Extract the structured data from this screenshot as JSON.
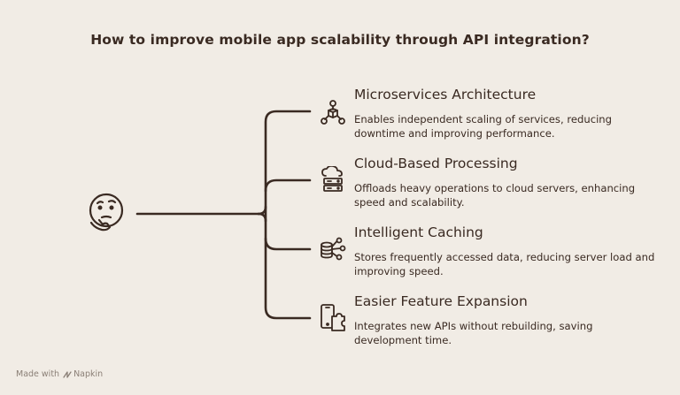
{
  "title": "How to improve mobile app scalability through API integration?",
  "colors": {
    "background": "#f1ece5",
    "ink": "#3a2a22"
  },
  "center_icon": "thinking-face-icon",
  "items": [
    {
      "icon": "network-nodes-icon",
      "title": "Microservices Architecture",
      "description": "Enables independent scaling of services, reducing downtime and improving performance."
    },
    {
      "icon": "cloud-server-icon",
      "title": "Cloud-Based Processing",
      "description": "Offloads heavy operations to cloud servers, enhancing speed and scalability."
    },
    {
      "icon": "database-cache-icon",
      "title": "Intelligent Caching",
      "description": "Stores frequently accessed data, reducing server load and improving speed."
    },
    {
      "icon": "mobile-puzzle-icon",
      "title": "Easier Feature Expansion",
      "description": "Integrates new APIs without rebuilding, saving development time."
    }
  ],
  "footer": {
    "made_with": "Made with",
    "brand": "Napkin"
  }
}
